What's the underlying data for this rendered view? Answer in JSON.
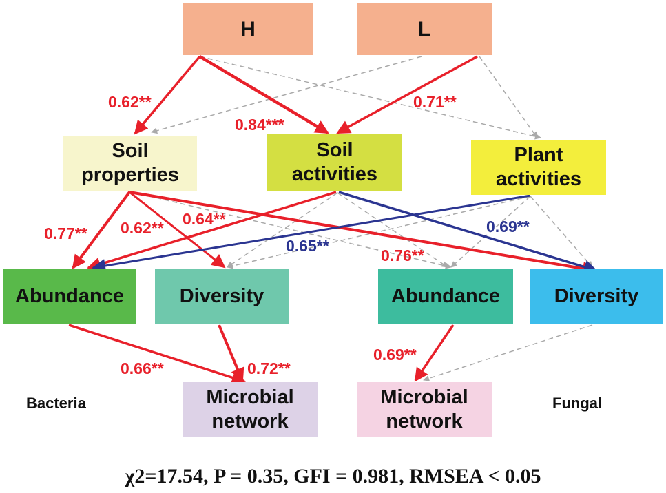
{
  "nodes": {
    "H": {
      "text": "H",
      "color": "#f5b08e"
    },
    "L": {
      "text": "L",
      "color": "#f5b08e"
    },
    "soil_properties": {
      "line1": "Soil",
      "line2": "properties",
      "color": "#f7f5cc"
    },
    "soil_activities": {
      "line1": "Soil",
      "line2": "activities",
      "color": "#d4df42"
    },
    "plant_activities": {
      "line1": "Plant",
      "line2": "activities",
      "color": "#f3ee3c"
    },
    "bacteria_abundance": {
      "text": "Abundance",
      "color": "#59b94a"
    },
    "bacteria_diversity": {
      "text": "Diversity",
      "color": "#6fc8ac"
    },
    "fungal_abundance": {
      "text": "Abundance",
      "color": "#3dbc9e"
    },
    "fungal_diversity": {
      "text": "Diversity",
      "color": "#3cbdec"
    },
    "bacteria_network": {
      "line1": "Microbial",
      "line2": "network",
      "color": "#ddd2e7"
    },
    "fungal_network": {
      "line1": "Microbial",
      "line2": "network",
      "color": "#f5d3e3"
    }
  },
  "side_labels": {
    "bacteria": "Bacteria",
    "fungal": "Fungal"
  },
  "path_labels": {
    "h_soil_properties": "0.62**",
    "h_soil_activities": "0.84***",
    "l_soil_activities": "0.71**",
    "sp_bacteria_abundance": "0.77**",
    "sp_bacteria_diversity_a": "0.62**",
    "sp_bacteria_diversity_b": "0.64**",
    "sa_fungal_diversity": "0.69**",
    "pa_bacteria_abundance": "0.65**",
    "sp_fungal_diversity": "0.76**",
    "ba_network": "0.66**",
    "bd_network": "0.72**",
    "fa_network": "0.69**"
  },
  "colors": {
    "positive": "#e8202a",
    "negative": "#2b3591",
    "nonsignificant": "#aaaaaa"
  },
  "fit_statistics": "χ2=17.54, P = 0.35, GFI = 0.981, RMSEA < 0.05"
}
